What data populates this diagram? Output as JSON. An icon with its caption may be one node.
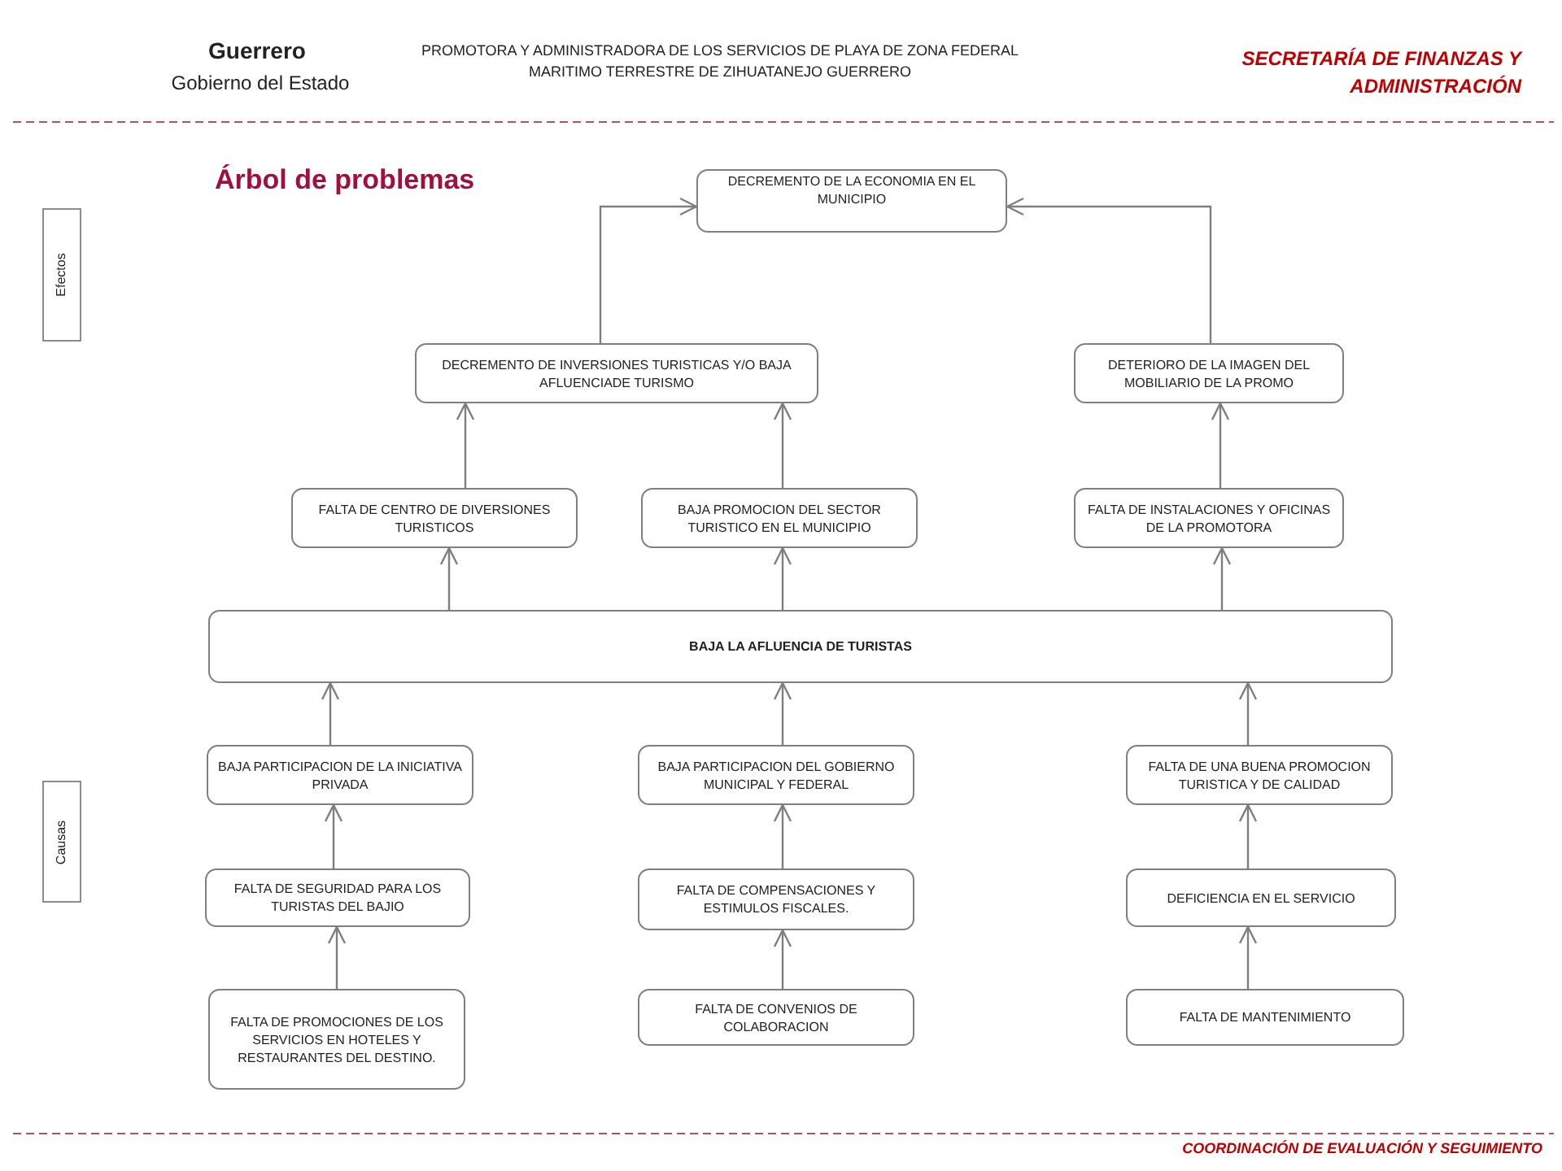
{
  "diagram": {
    "title": "Árbol de problemas",
    "nodes": [
      {
        "text": [
          "DECREMENTO DE LA ECONOMIA EN EL MUNICIPIO"
        ]
      },
      {
        "text": [
          "DECREMENTO DE  INVERSIONES TURISTICAS Y/O BAJA AFLUENCIADE  TURISMO"
        ]
      },
      {
        "text": [
          "DETERIORO DE LA IMAGEN DEL MOBILIARIO DE LA PROMO"
        ]
      },
      {
        "text": [
          "FALTA DE  CENTRO DE DIVERSIONES TURISTICOS"
        ]
      },
      {
        "text": [
          "BAJA PROMOCION DEL SECTOR TURISTICO  EN EL MUNICIPIO"
        ]
      },
      {
        "text": [
          "FALTA DE INSTALACIONES Y OFICINAS DE LA PROMOTORA"
        ]
      },
      {
        "text": [
          "BAJA LA AFLUENCIA DE TURISTAS"
        ]
      },
      {
        "text": [
          "BAJA PARTICIPACION DE LA INICIATIVA PRIVADA"
        ]
      },
      {
        "text": [
          "BAJA PARTICIPACION DEL GOBIERNO MUNICIPAL Y FEDERAL"
        ]
      },
      {
        "text": [
          "FALTA DE UNA BUENA PROMOCION TURISTICA Y  DE CALIDAD"
        ]
      },
      {
        "text": [
          "FALTA DE  SEGURIDAD PARA LOS TURISTAS DEL BAJIO"
        ]
      },
      {
        "text": [
          "FALTA DE  COMPENSACIONES Y ESTIMULOS FISCALES."
        ]
      },
      {
        "text": [
          "DEFICIENCIA EN EL SERVICIO"
        ]
      },
      {
        "text": [
          "FALTA DE  PROMOCIONES DE LOS SERVICIOS EN HOTELES Y RESTAURANTES DEL DESTINO."
        ]
      },
      {
        "text": [
          "FALTA DE CONVENIOS DE COLABORACION"
        ]
      },
      {
        "text": [
          "FALTA DE MANTENIMIENTO"
        ]
      },
      {
        "text": [
          "Efectos"
        ]
      },
      {
        "text": [
          "Causas"
        ]
      }
    ],
    "edges": [
      {
        "from": 1,
        "to": 0,
        "arrow": "to"
      },
      {
        "from": 2,
        "to": 0,
        "arrow": "to"
      },
      {
        "from": 3,
        "to": 1,
        "arrow": "to"
      },
      {
        "from": 4,
        "to": 1,
        "arrow": "to"
      },
      {
        "from": 5,
        "to": 2,
        "arrow": "to"
      },
      {
        "from": 6,
        "to": 3,
        "arrow": "to"
      },
      {
        "from": 6,
        "to": 4,
        "arrow": "to"
      },
      {
        "from": 6,
        "to": 5,
        "arrow": "to"
      },
      {
        "from": 7,
        "to": 6,
        "arrow": "to"
      },
      {
        "from": 8,
        "to": 6,
        "arrow": "to"
      },
      {
        "from": 9,
        "to": 6,
        "arrow": "to"
      },
      {
        "from": 10,
        "to": 7,
        "arrow": "to"
      },
      {
        "from": 11,
        "to": 8,
        "arrow": "to"
      },
      {
        "from": 12,
        "to": 9,
        "arrow": "to"
      },
      {
        "from": 13,
        "to": 10,
        "arrow": "to"
      },
      {
        "from": 14,
        "to": 11,
        "arrow": "to"
      },
      {
        "from": 15,
        "to": 12,
        "arrow": "to"
      }
    ],
    "labels": [
      "Guerrero",
      "Gobierno del Estado",
      "PROMOTORA Y ADMINISTRADORA DE LOS SERVICIOS DE PLAYA DE ZONA FEDERAL MARITIMO TERRESTRE DE ZIHUATANEJO GUERRERO",
      "SECRETARÍA DE FINANZAS Y ADMINISTRACIÓN",
      "COORDINACIÓN DE EVALUACIÓN Y SEGUIMIENTO"
    ]
  }
}
